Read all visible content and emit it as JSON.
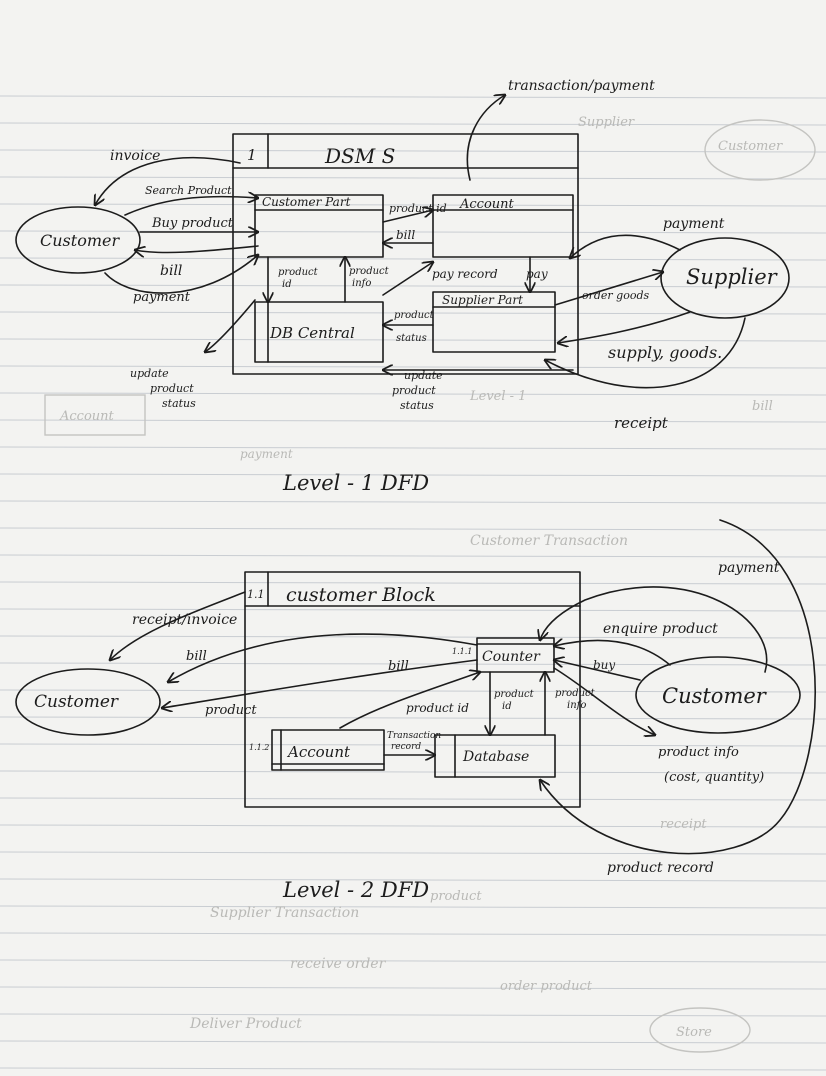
{
  "level1": {
    "caption": "Level - 1  DFD",
    "system_id": "1",
    "system_title": "DSM S",
    "processes": {
      "customer_part": "Customer Part",
      "account": "Account",
      "supplier_part": "Supplier Part",
      "db_central": "DB Central"
    },
    "entities": {
      "customer": "Customer",
      "supplier": "Supplier"
    },
    "flows": {
      "transaction_payment": "transaction/payment",
      "invoice": "invoice",
      "search_product": "Search Product",
      "buy_product": "Buy product",
      "bill_customer": "bill",
      "payment_customer": "payment",
      "product_id_top": "product id",
      "bill_account": "bill",
      "product_id_db_1": "product",
      "product_id_db_2": "id",
      "product_info_1": "product",
      "product_info_2": "info",
      "pay_record": "pay record",
      "pay": "pay",
      "product_status_1": "product",
      "product_status_2": "status",
      "order_goods": "order goods",
      "payment_supplier": "payment",
      "supply_goods": "supply, goods.",
      "receipt": "receipt",
      "update_1": "update",
      "update_2": "product",
      "update_3": "status",
      "bottom_update": "update",
      "bottom_product": "product",
      "bottom_status": "status"
    }
  },
  "level2": {
    "caption": "Level - 2  DFD",
    "block_id": "1.1",
    "block_title": "customer  Block",
    "processes": {
      "counter": "Counter",
      "counter_id": "1.1.1",
      "account": "Account",
      "account_id": "1.1.2",
      "database": "Database"
    },
    "entities": {
      "customer_left": "Customer",
      "customer_right": "Customer"
    },
    "flows": {
      "receipt_invoice": "receipt/invoice",
      "bill_outer": "bill",
      "product_outer": "product",
      "bill_inner": "bill",
      "product_id": "product id",
      "product_id_db_1": "product",
      "product_id_db_2": "id",
      "product_info_1": "product",
      "product_info_2": "info",
      "transaction_record_1": "Transaction",
      "transaction_record_2": "record",
      "payment": "payment",
      "enquire_product": "enquire product",
      "buy": "buy",
      "product_info_cost_1": "product info",
      "product_info_cost_2": "(cost, quantity)",
      "product_record": "product record"
    }
  },
  "bleed_through": {
    "g1": "Customer",
    "g2": "Supplier",
    "g3": "Account",
    "g4": "Customer Transaction",
    "g5": "Supplier Transaction",
    "g6": "receive order",
    "g7": "order product",
    "g8": "Deliver Product",
    "g9": "Store",
    "g10": "receipt",
    "g11": "bill",
    "g12": "payment",
    "g13": "Level - 1",
    "g14": "product"
  }
}
